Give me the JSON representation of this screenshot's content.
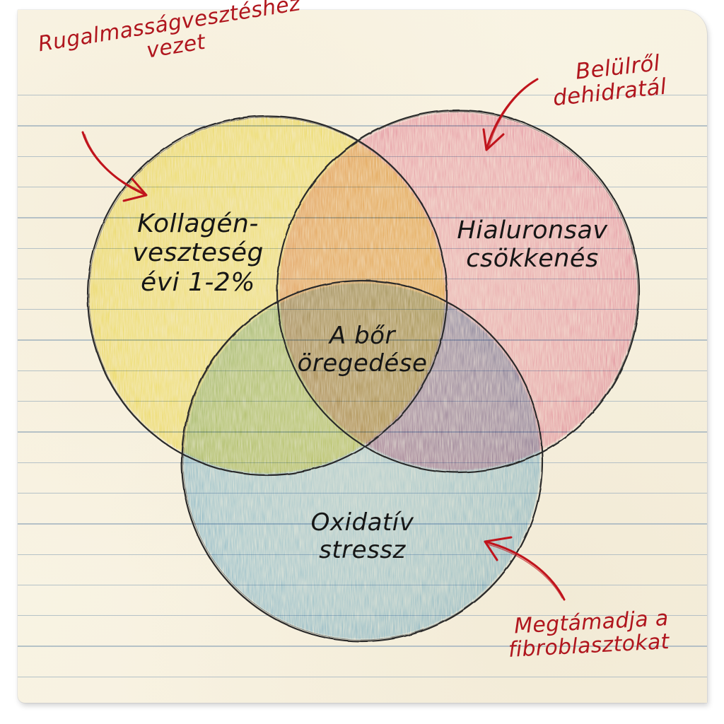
{
  "diagram": {
    "type": "venn",
    "style": "hand-drawn colored pencil on lined notebook paper",
    "center_label": {
      "lines": [
        "A bőr",
        "öregedése"
      ]
    },
    "sets": [
      {
        "id": "collagen",
        "color": "#f6e96a",
        "lines": [
          "Kollagén-",
          "veszteség",
          "évi 1-2%"
        ]
      },
      {
        "id": "hyaluronic",
        "color": "#f2a9c2",
        "lines": [
          "Hialuronsav",
          "csökkenés"
        ]
      },
      {
        "id": "oxidative",
        "color": "#9fcfe8",
        "lines": [
          "Oxidatív",
          "stressz"
        ]
      }
    ],
    "annotations": [
      {
        "id": "note-elasticity",
        "target": "collagen",
        "lines": [
          "Rugalmasságvesztéshez",
          "vezet"
        ]
      },
      {
        "id": "note-dehydrate",
        "target": "hyaluronic",
        "lines": [
          "Belülről",
          "dehidratál"
        ]
      },
      {
        "id": "note-fibroblast",
        "target": "oxidative",
        "lines": [
          "Megtámadja a",
          "fibroblasztokat"
        ]
      }
    ],
    "colors": {
      "outline": "#2b2b2b",
      "annotation_ink": "#b0161e",
      "paper": "#faf5e6",
      "rule_line": "#a9b8c2"
    }
  }
}
